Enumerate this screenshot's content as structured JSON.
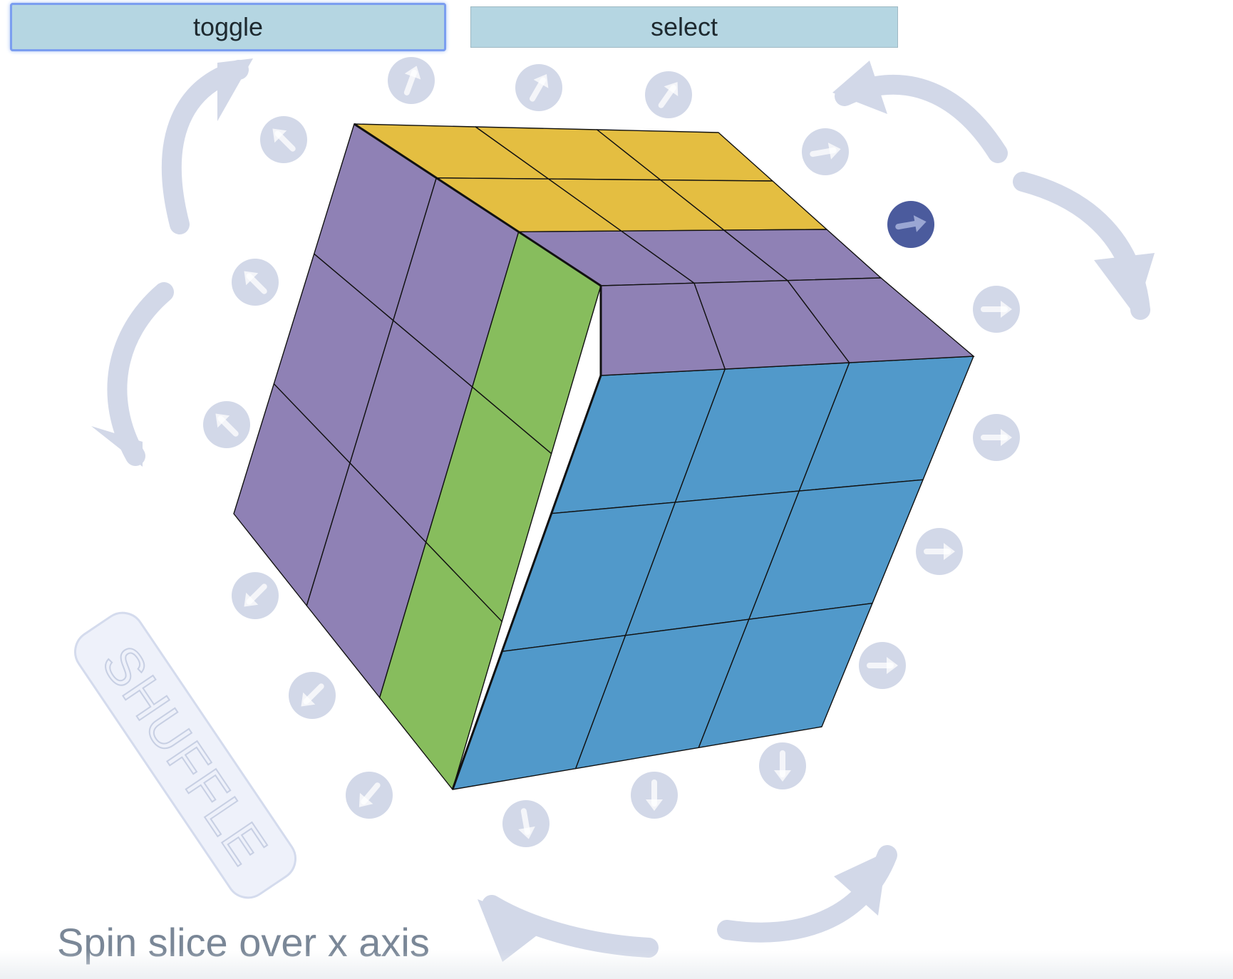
{
  "toolbar": {
    "toggle_label": "toggle",
    "select_label": "select"
  },
  "shuffle_label": "SHUFFLE",
  "status": "Spin slice over x axis",
  "colors": {
    "yellow": "#e4be41",
    "purple": "#8f81b5",
    "green": "#87bd5d",
    "blue": "#5199ca",
    "control": "#d2d8e8",
    "control_active": "#4b5b9d",
    "button_bg": "#b5d6e2"
  },
  "cube": {
    "top_face": [
      "yellow",
      "yellow",
      "yellow",
      "yellow",
      "yellow",
      "yellow",
      "purple",
      "purple",
      "purple"
    ],
    "left_face": [
      "purple",
      "purple",
      "green",
      "purple",
      "purple",
      "green",
      "purple",
      "purple",
      "green"
    ],
    "front_face": [
      "blue",
      "blue",
      "blue",
      "blue",
      "blue",
      "blue",
      "blue",
      "blue",
      "blue"
    ]
  },
  "controls": {
    "active_index": 7
  }
}
